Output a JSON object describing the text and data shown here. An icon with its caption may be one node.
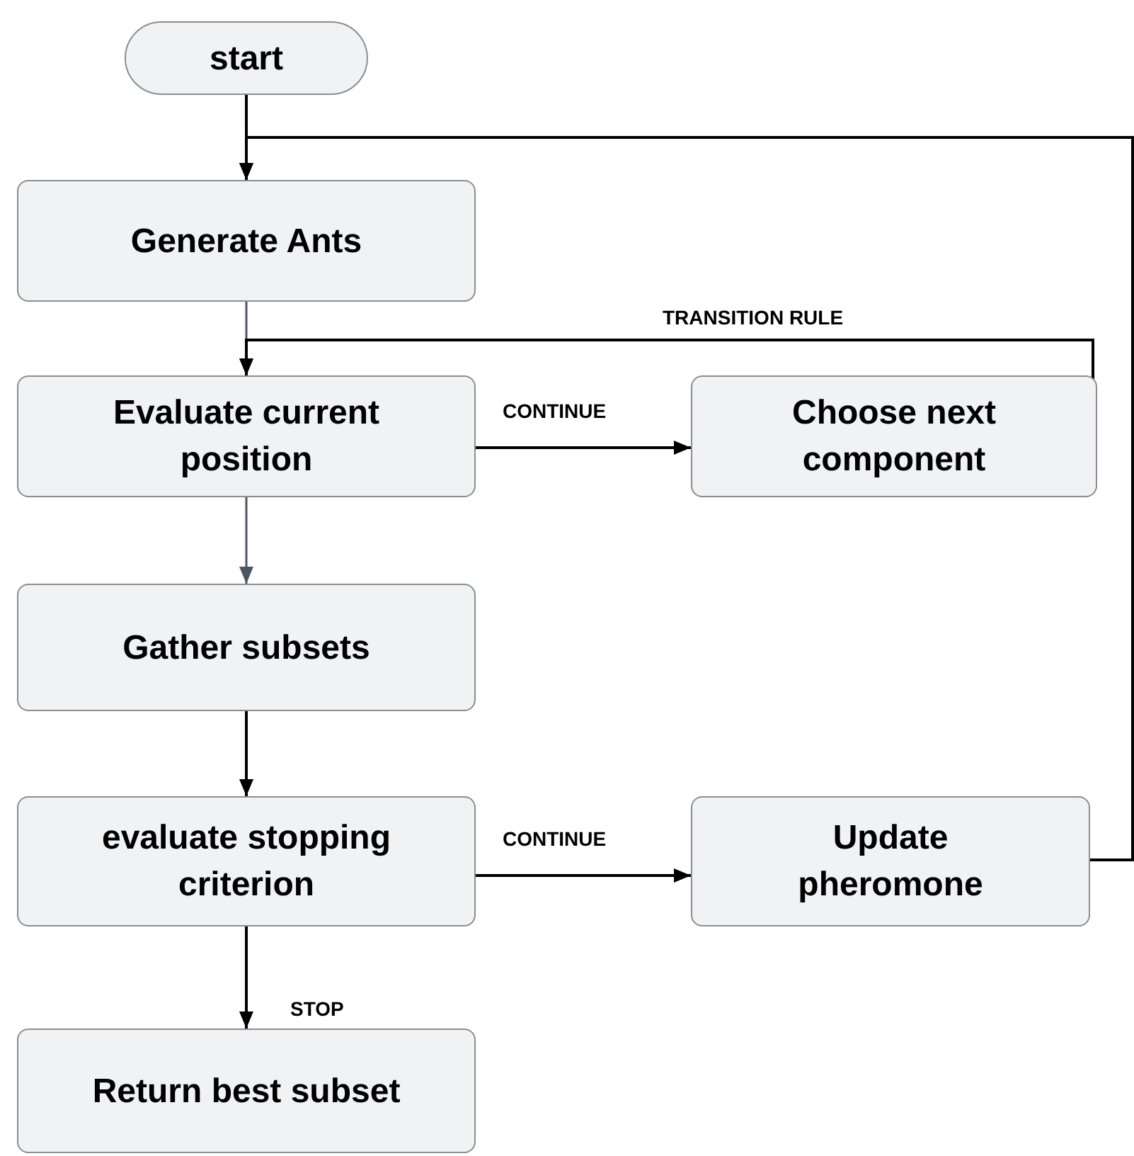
{
  "diagram": {
    "nodes": [
      {
        "text": [
          "start"
        ]
      },
      {
        "text": [
          "Generate Ants"
        ]
      },
      {
        "text": [
          "Evaluate current position"
        ]
      },
      {
        "text": [
          "Choose next component"
        ]
      },
      {
        "text": [
          "Gather subsets"
        ]
      },
      {
        "text": [
          "evaluate stopping criterion"
        ]
      },
      {
        "text": [
          "Update pheromone"
        ]
      },
      {
        "text": [
          "Return best subset"
        ]
      }
    ],
    "edges": [
      {
        "from": 0,
        "to": 1,
        "arrow": "to"
      },
      {
        "from": 1,
        "to": 2,
        "arrow": "to",
        "color": "#4b5563"
      },
      {
        "from": 2,
        "to": 3,
        "arrow": "to",
        "label": "CONTINUE"
      },
      {
        "from": 3,
        "to": 2,
        "arrow": "to",
        "label": "TRANSITION RULE"
      },
      {
        "from": 2,
        "to": 4,
        "arrow": "to",
        "color": "#4b5563"
      },
      {
        "from": 4,
        "to": 5,
        "arrow": "to"
      },
      {
        "from": 5,
        "to": 6,
        "arrow": "to",
        "label": "CONTINUE"
      },
      {
        "from": 5,
        "to": 7,
        "arrow": "to",
        "label": "STOP"
      },
      {
        "from": 6,
        "to": 1,
        "arrow": "to"
      }
    ]
  }
}
